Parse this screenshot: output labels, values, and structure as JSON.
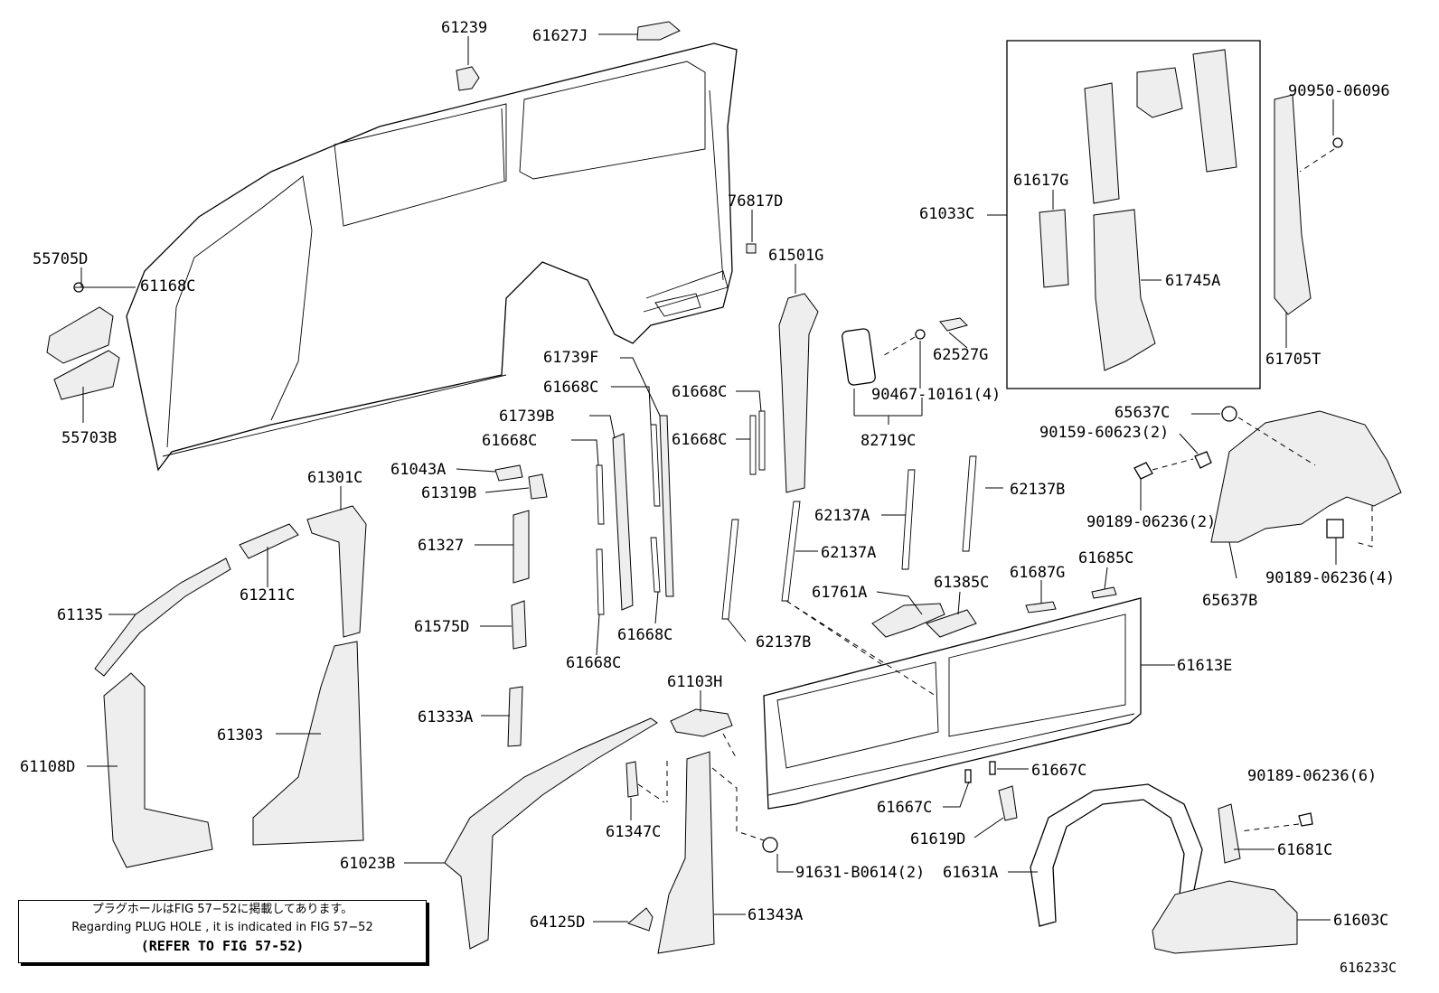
{
  "parts": [
    {
      "id": "p61239",
      "label": "61239"
    },
    {
      "id": "p61627J",
      "label": "61627J"
    },
    {
      "id": "p55705D",
      "label": "55705D"
    },
    {
      "id": "p61168C",
      "label": "61168C"
    },
    {
      "id": "p55703B",
      "label": "55703B"
    },
    {
      "id": "p76817D",
      "label": "76817D"
    },
    {
      "id": "p61501G",
      "label": "61501G"
    },
    {
      "id": "p61033C",
      "label": "61033C"
    },
    {
      "id": "p61617G",
      "label": "61617G"
    },
    {
      "id": "p61745A",
      "label": "61745A"
    },
    {
      "id": "p90950",
      "label": "90950-06096"
    },
    {
      "id": "p61705T",
      "label": "61705T"
    },
    {
      "id": "p62527G",
      "label": "62527G"
    },
    {
      "id": "p90467",
      "label": "90467-10161(4)"
    },
    {
      "id": "p82719C",
      "label": "82719C"
    },
    {
      "id": "p65637C",
      "label": "65637C"
    },
    {
      "id": "p90159",
      "label": "90159-60623(2)"
    },
    {
      "id": "p90189a",
      "label": "90189-06236(2)"
    },
    {
      "id": "p90189b",
      "label": "90189-06236(4)"
    },
    {
      "id": "p65637B",
      "label": "65637B"
    },
    {
      "id": "p61739F",
      "label": "61739F"
    },
    {
      "id": "p61668C_1",
      "label": "61668C"
    },
    {
      "id": "p61739B",
      "label": "61739B"
    },
    {
      "id": "p61668C_2",
      "label": "61668C"
    },
    {
      "id": "p61668C_3",
      "label": "61668C"
    },
    {
      "id": "p61668C_4",
      "label": "61668C"
    },
    {
      "id": "p61043A",
      "label": "61043A"
    },
    {
      "id": "p61319B",
      "label": "61319B"
    },
    {
      "id": "p61301C",
      "label": "61301C"
    },
    {
      "id": "p62137A_1",
      "label": "62137A"
    },
    {
      "id": "p62137B_1",
      "label": "62137B"
    },
    {
      "id": "p62137A_2",
      "label": "62137A"
    },
    {
      "id": "p61327",
      "label": "61327"
    },
    {
      "id": "p61211C",
      "label": "61211C"
    },
    {
      "id": "p61135",
      "label": "61135"
    },
    {
      "id": "p61761A",
      "label": "61761A"
    },
    {
      "id": "p61385C",
      "label": "61385C"
    },
    {
      "id": "p61687G",
      "label": "61687G"
    },
    {
      "id": "p61685C",
      "label": "61685C"
    },
    {
      "id": "p61575D",
      "label": "61575D"
    },
    {
      "id": "p61668C_5",
      "label": "61668C"
    },
    {
      "id": "p62137B_2",
      "label": "62137B"
    },
    {
      "id": "p61668C_6",
      "label": "61668C"
    },
    {
      "id": "p61613E",
      "label": "61613E"
    },
    {
      "id": "p61103H",
      "label": "61103H"
    },
    {
      "id": "p61333A",
      "label": "61333A"
    },
    {
      "id": "p61303",
      "label": "61303"
    },
    {
      "id": "p61108D",
      "label": "61108D"
    },
    {
      "id": "p61667C_1",
      "label": "61667C"
    },
    {
      "id": "p61667C_2",
      "label": "61667C"
    },
    {
      "id": "p90189c",
      "label": "90189-06236(6)"
    },
    {
      "id": "p61347C",
      "label": "61347C"
    },
    {
      "id": "p61619D",
      "label": "61619D"
    },
    {
      "id": "p61681C",
      "label": "61681C"
    },
    {
      "id": "p61023B",
      "label": "61023B"
    },
    {
      "id": "p91631",
      "label": "91631-B0614(2)"
    },
    {
      "id": "p61631A",
      "label": "61631A"
    },
    {
      "id": "p64125D",
      "label": "64125D"
    },
    {
      "id": "p61343A",
      "label": "61343A"
    },
    {
      "id": "p61603C",
      "label": "61603C"
    }
  ],
  "note": {
    "line1": "プラグホールはFIG 57−52に掲載してあります。",
    "line2": "Regarding  PLUG HOLE , it is indicated in FIG 57−52",
    "line3": "(REFER TO FIG 57-52)"
  },
  "figure_code": "616233C"
}
